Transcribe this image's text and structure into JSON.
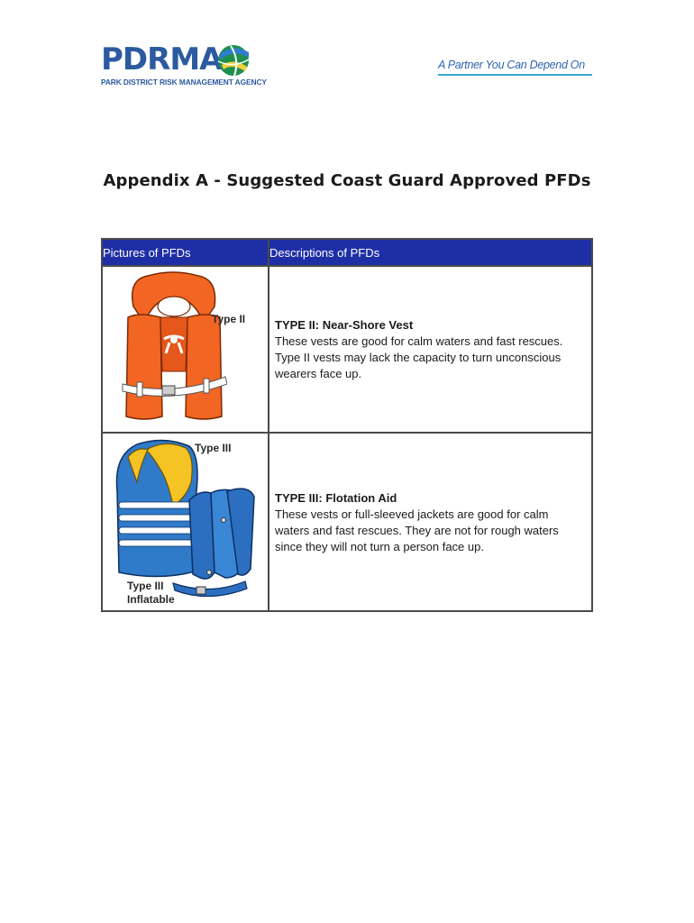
{
  "header": {
    "logo_word": "PDRMA",
    "logo_subtitle": "PARK DISTRICT RISK MANAGEMENT AGENCY",
    "tagline": "A Partner You Can Depend On"
  },
  "title": "Appendix A - Suggested Coast Guard Approved PFDs",
  "table": {
    "headers": [
      "Pictures of PFDs",
      "Descriptions of PFDs"
    ],
    "rows": [
      {
        "image_labels": [
          "Type II"
        ],
        "title": "TYPE II: Near-Shore Vest",
        "description": "These vests are good for calm waters and fast rescues. Type II vests may lack the capacity to turn unconscious wearers face up."
      },
      {
        "image_labels": [
          "Type III",
          "Type III Inflatable"
        ],
        "title": "TYPE III: Flotation Aid",
        "description": "These vests or full-sleeved jackets are good for calm waters and fast rescues. They are not for rough waters since they will not turn a person face up."
      }
    ]
  },
  "colors": {
    "header_bg": "#1e2fa6",
    "logo_blue": "#2c5aa0",
    "tagline_blue": "#2f63b0",
    "rule_teal": "#3aa7d8",
    "orange_vest": "#f26522",
    "blue_vest": "#2f7ac9",
    "yellow_collar": "#f6c324"
  }
}
